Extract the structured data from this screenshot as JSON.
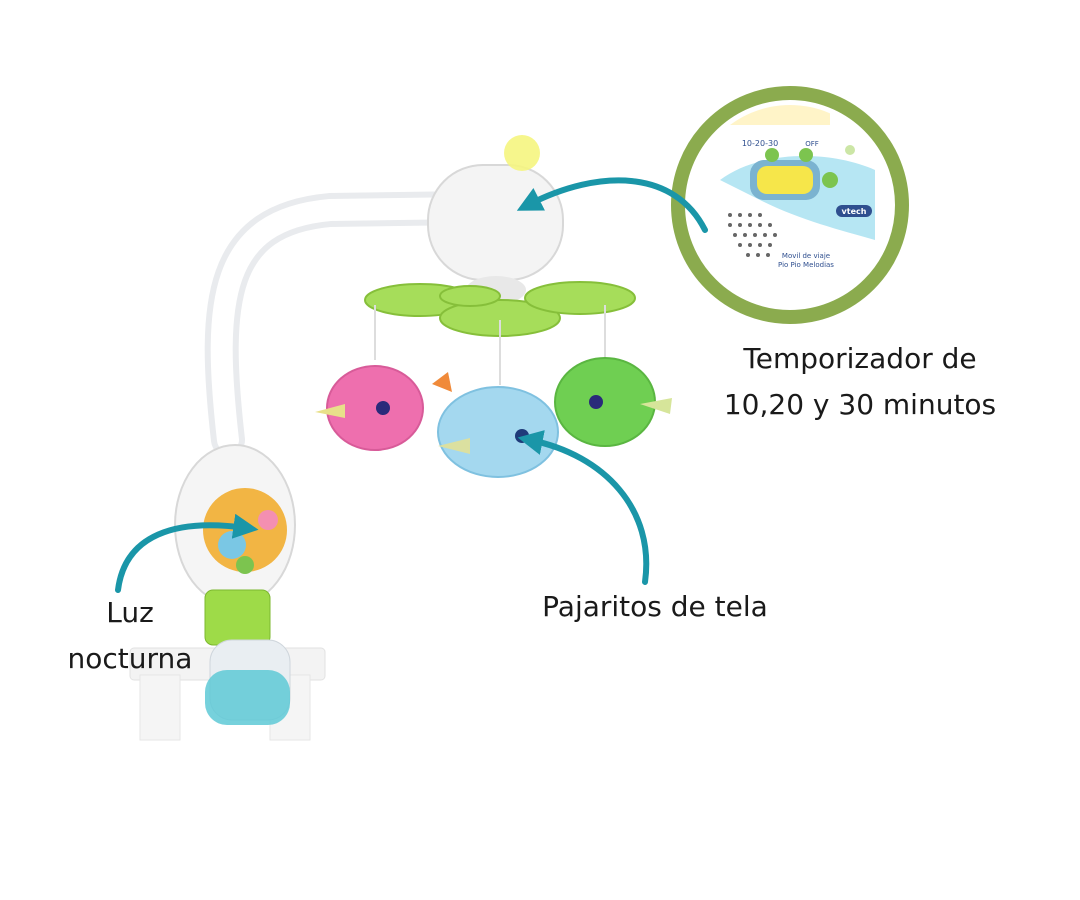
{
  "annotations": {
    "timer": {
      "lines": [
        "Temporizador de",
        "10,20 y 30 minutos"
      ]
    },
    "birds": {
      "text": "Pajaritos de tela"
    },
    "night_light": {
      "lines": [
        "Luz",
        "nocturna"
      ]
    }
  },
  "device": {
    "brand_logo": "vtech",
    "button_label": "10-20-30",
    "switch_label": "OFF",
    "product_name_lines": [
      "Movil de viaje",
      "Pio Pio Melodias"
    ]
  },
  "colors": {
    "arrow": "#1a96a8",
    "inset_ring": "#8bab4e",
    "bird_pink": "#ee6fae",
    "bird_blue": "#a4d8ef",
    "bird_green": "#6fcf52",
    "leaf_green": "#a6dd5a",
    "clamp_teal": "#5ec9d6"
  }
}
